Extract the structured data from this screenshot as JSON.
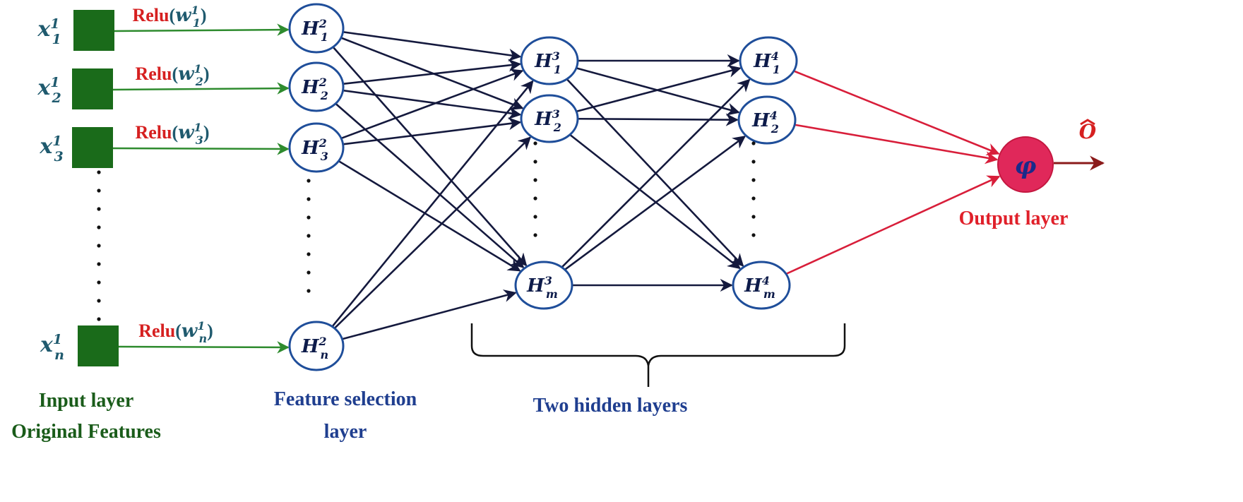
{
  "colors": {
    "input_box": "#1a6b1a",
    "input_label": "#1f5a6e",
    "relu_arrow": "#2e8b2e",
    "relu_red": "#d62020",
    "relu_blue": "#1f5a6e",
    "node_stroke": "#1f4e9a",
    "node_text": "#0d1b4a",
    "edge_dark": "#14193d",
    "edge_red": "#d81e3a",
    "output_fill": "#e0285a",
    "output_symbol": "#1a2a8a",
    "output_label": "#e0202a",
    "green_label": "#1a5c1a",
    "blue_label": "#1f3e8f",
    "arrow_out": "#8b1a1a"
  },
  "input_layer": {
    "nodes": [
      {
        "base": "x",
        "sup": "1",
        "sub": "1"
      },
      {
        "base": "x",
        "sup": "1",
        "sub": "2"
      },
      {
        "base": "x",
        "sup": "1",
        "sub": "3"
      },
      {
        "base": "x",
        "sup": "1",
        "sub": "n"
      }
    ],
    "relu_func": "Relu",
    "relu_weights": [
      {
        "base": "w",
        "sup": "1",
        "sub": "1"
      },
      {
        "base": "w",
        "sup": "1",
        "sub": "2"
      },
      {
        "base": "w",
        "sup": "1",
        "sub": "3"
      },
      {
        "base": "w",
        "sup": "1",
        "sub": "n"
      }
    ],
    "caption_line1": "Input layer",
    "caption_line2": "Original Features"
  },
  "feature_layer": {
    "nodes": [
      {
        "base": "H",
        "sup": "2",
        "sub": "1"
      },
      {
        "base": "H",
        "sup": "2",
        "sub": "2"
      },
      {
        "base": "H",
        "sup": "2",
        "sub": "3"
      },
      {
        "base": "H",
        "sup": "2",
        "sub": "n"
      }
    ],
    "caption_line1": "Feature selection",
    "caption_line2": "layer"
  },
  "hidden_layer_1": {
    "nodes": [
      {
        "base": "H",
        "sup": "3",
        "sub": "1"
      },
      {
        "base": "H",
        "sup": "3",
        "sub": "2"
      },
      {
        "base": "H",
        "sup": "3",
        "sub": "m"
      }
    ]
  },
  "hidden_layer_2": {
    "nodes": [
      {
        "base": "H",
        "sup": "4",
        "sub": "1"
      },
      {
        "base": "H",
        "sup": "4",
        "sub": "2"
      },
      {
        "base": "H",
        "sup": "4",
        "sub": "m"
      }
    ]
  },
  "hidden_caption": "Two hidden layers",
  "output": {
    "symbol": "φ",
    "label": "Output layer",
    "result": "O"
  }
}
